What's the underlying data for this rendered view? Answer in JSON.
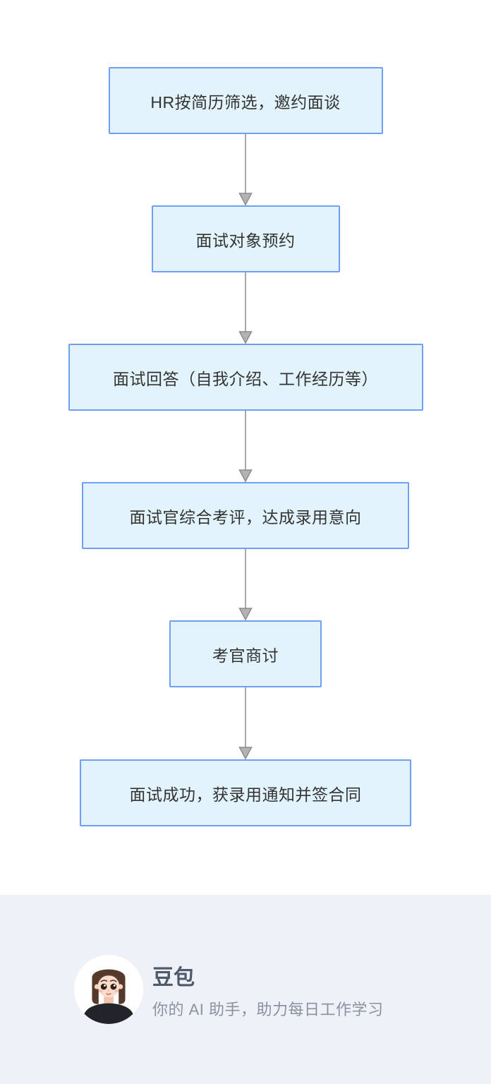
{
  "flowchart": {
    "nodes": [
      {
        "label": "HR按简历筛选，邀约面谈"
      },
      {
        "label": "面试对象预约"
      },
      {
        "label": "面试回答（自我介绍、工作经历等）"
      },
      {
        "label": "面试官综合考评，达成录用意向"
      },
      {
        "label": "考官商讨"
      },
      {
        "label": "面试成功，获录用通知并签合同"
      }
    ],
    "node_fill_color": "#e2f3fc",
    "node_border_color": "#6f9ff2",
    "node_text_color": "#333333",
    "arrow_color": "#a8a8a8"
  },
  "footer": {
    "title": "豆包",
    "subtitle": "你的 AI 助手，助力每日工作学习",
    "background_color": "#eef1f8",
    "title_color": "#4e5969",
    "subtitle_color": "#8a919f",
    "avatar": "doubao-girl-avatar"
  }
}
